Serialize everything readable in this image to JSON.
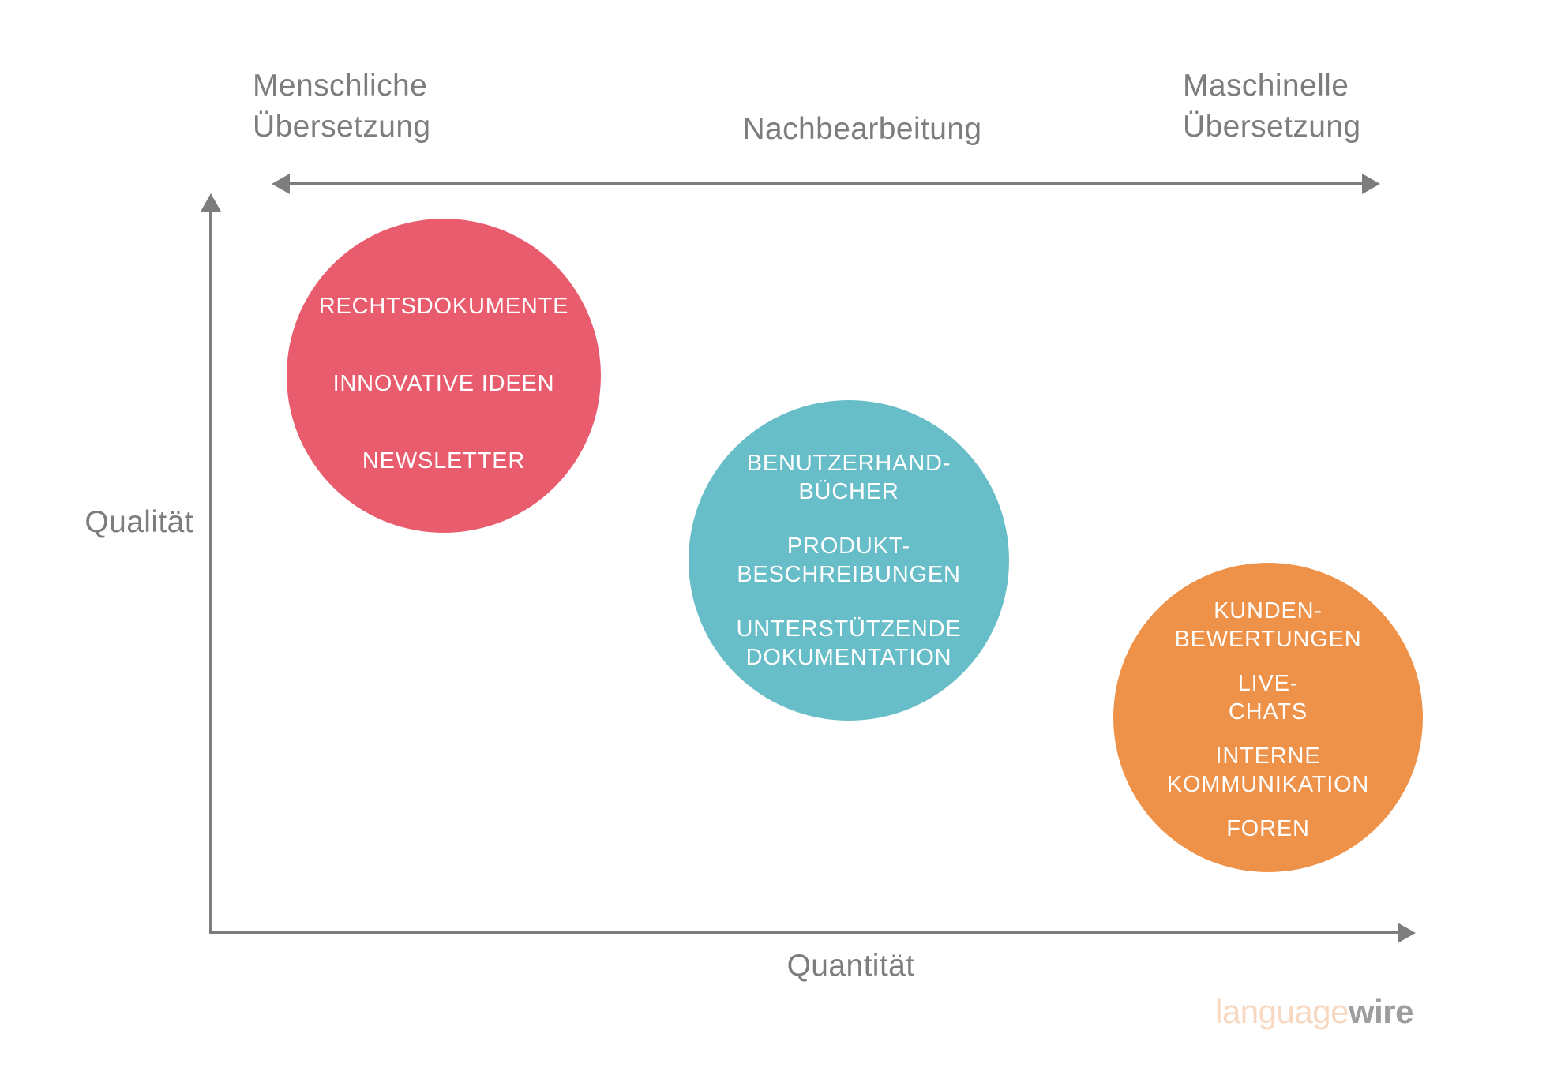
{
  "diagram_title": "Translation quality vs quantity positioning diagram",
  "colors": {
    "bubble_red": "#e85c6d",
    "bubble_teal": "#68bec8",
    "bubble_orange": "#ef9249",
    "label_gray": "#7d7d7d",
    "axis_gray": "#7d7d7d",
    "bubble_text": "#ffffff",
    "logo_language": "#f8d8c0",
    "logo_wire": "#9d9d9d"
  },
  "axis_labels": {
    "top_left": "Menschliche\nÜbersetzung",
    "top_center": "Nachbearbeitung",
    "top_right": "Maschinelle\nÜbersetzung",
    "y": "Qualität",
    "x": "Quantität"
  },
  "circles": [
    {
      "name": "menschliche-uebersetzung-bubble",
      "color": "#e85c6d",
      "items": [
        "RECHTSDOKUMENTE",
        "INNOVATIVE IDEEN",
        "NEWSLETTER"
      ]
    },
    {
      "name": "nachbearbeitung-bubble",
      "color": "#68bec8",
      "items": [
        "BENUTZERHAND-\nBÜCHER",
        "PRODUKT-\nBESCHREIBUNGEN",
        "UNTERSTÜTZENDE\nDOKUMENTATION"
      ]
    },
    {
      "name": "maschinelle-uebersetzung-bubble",
      "color": "#ef9249",
      "items": [
        "KUNDEN-\nBEWERTUNGEN",
        "LIVE-\nCHATS",
        "INTERNE\nKOMMUNIKATION",
        "FOREN"
      ]
    }
  ],
  "logo": {
    "part1": "language",
    "part2": "wire"
  }
}
